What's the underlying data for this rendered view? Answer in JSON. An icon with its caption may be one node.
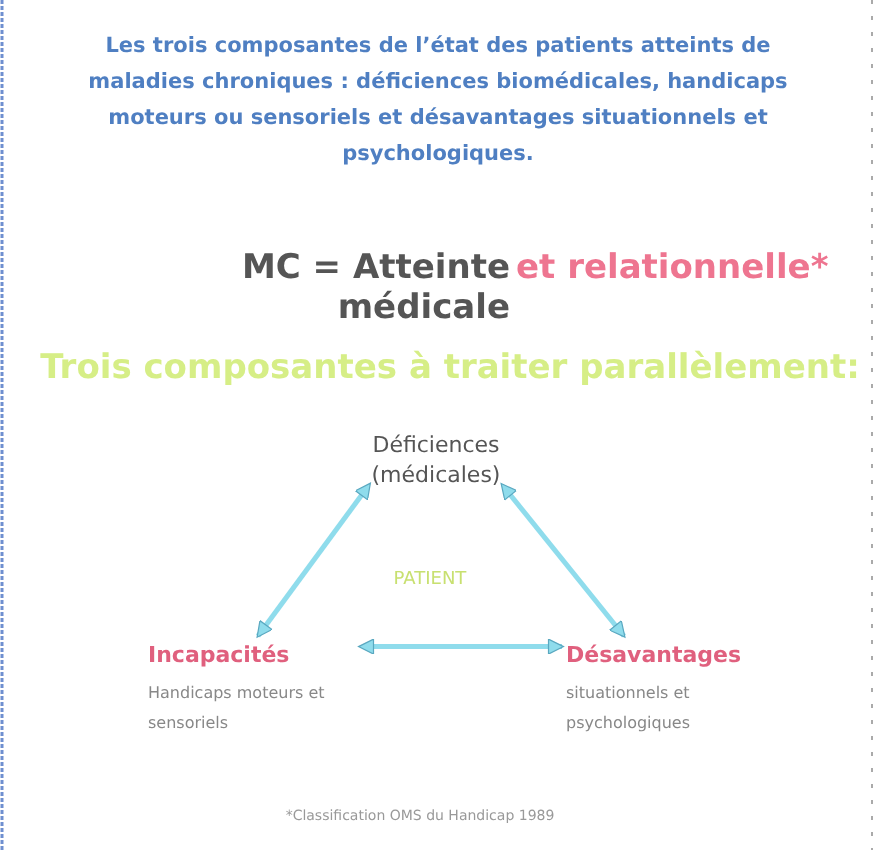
{
  "diagram": {
    "title": "Les trois composantes de l’état des patients atteints de maladies chroniques : déficiences biomédicales, handicaps moteurs ou sensoriels et désavantages situationnels et psychologiques.",
    "nodes": [
      {
        "text": [
          "Déficiences",
          "(médicales)"
        ]
      },
      {
        "text": [
          "Incapacités",
          "Handicaps moteurs et sensoriels"
        ]
      },
      {
        "text": [
          "Désavantages",
          "situationnels et psychologiques"
        ]
      }
    ],
    "edges": [
      {
        "from": 0,
        "to": 1,
        "arrow": "both"
      },
      {
        "from": 0,
        "to": 2,
        "arrow": "both"
      },
      {
        "from": 1,
        "to": 2,
        "arrow": "both"
      }
    ],
    "labels": [
      "MC = Atteinte médicale",
      "et relationnelle*",
      "Trois composantes à traiter parallèlement:",
      "PATIENT",
      "*Classification OMS du Handicap 1989"
    ]
  }
}
